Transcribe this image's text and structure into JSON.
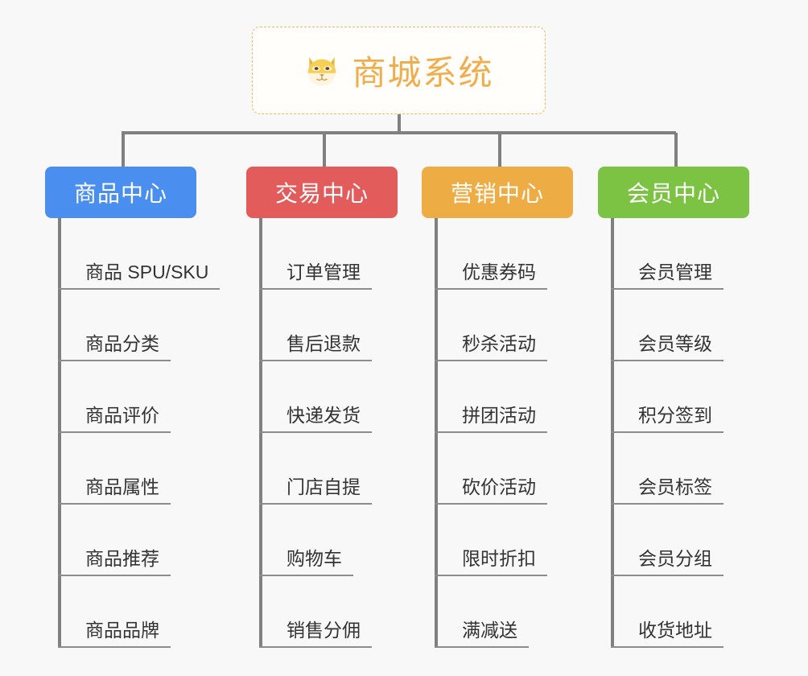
{
  "root": {
    "title": "商城系统",
    "icon": "shiba-dog-face-emoji",
    "border_color": "#f0b860",
    "text_color": "#f0ad4c",
    "background": "#fffefb"
  },
  "canvas": {
    "background": "#f8f8f8",
    "connector_color": "#808080",
    "leaf_underline_color": "#8c8c8c",
    "leaf_text_color": "#333333"
  },
  "branches": [
    {
      "label": "商品中心",
      "color": "#4a8ef0",
      "leaves": [
        {
          "label": "商品 SPU/SKU"
        },
        {
          "label": "商品分类"
        },
        {
          "label": "商品评价"
        },
        {
          "label": "商品属性"
        },
        {
          "label": "商品推荐"
        },
        {
          "label": "商品品牌"
        }
      ]
    },
    {
      "label": "交易中心",
      "color": "#e25c5c",
      "leaves": [
        {
          "label": "订单管理"
        },
        {
          "label": "售后退款"
        },
        {
          "label": "快递发货"
        },
        {
          "label": "门店自提"
        },
        {
          "label": "购物车"
        },
        {
          "label": "销售分佣"
        }
      ]
    },
    {
      "label": "营销中心",
      "color": "#eeac44",
      "leaves": [
        {
          "label": "优惠券码"
        },
        {
          "label": "秒杀活动"
        },
        {
          "label": "拼团活动"
        },
        {
          "label": "砍价活动"
        },
        {
          "label": "限时折扣"
        },
        {
          "label": "满减送"
        }
      ]
    },
    {
      "label": "会员中心",
      "color": "#7cc344",
      "leaves": [
        {
          "label": "会员管理"
        },
        {
          "label": "会员等级"
        },
        {
          "label": "积分签到"
        },
        {
          "label": "会员标签"
        },
        {
          "label": "会员分组"
        },
        {
          "label": "收货地址"
        }
      ]
    }
  ]
}
